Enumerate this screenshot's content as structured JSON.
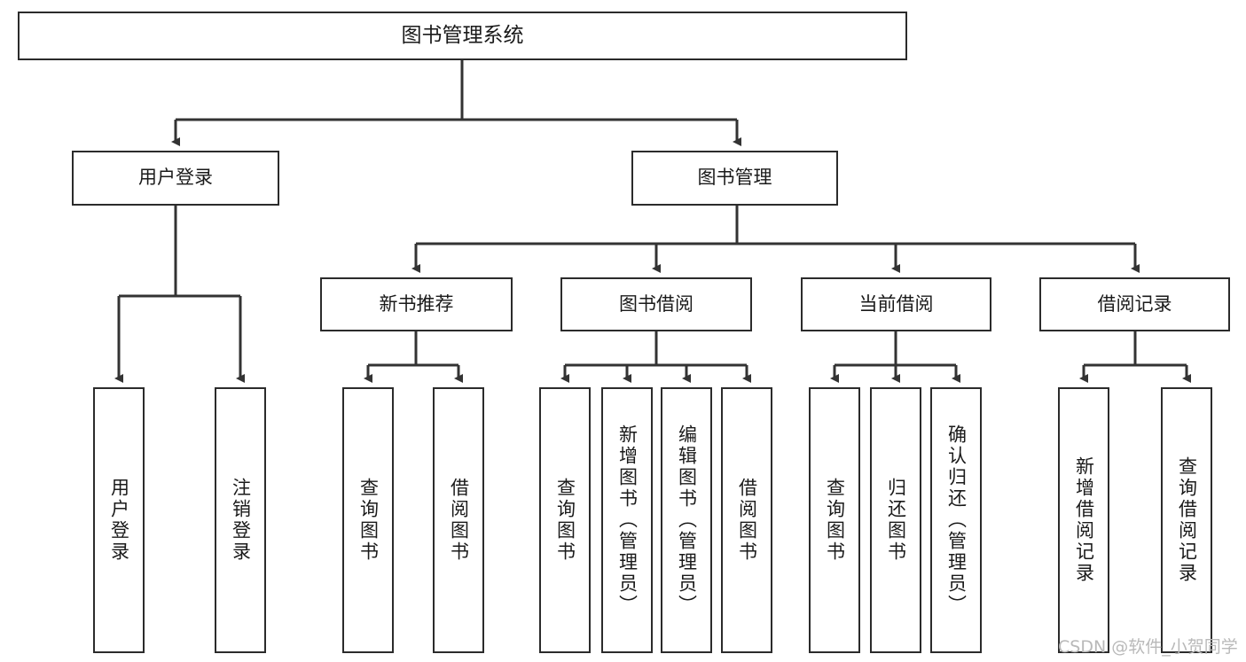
{
  "diagram": {
    "type": "tree-hierarchy",
    "title": "图书管理系统",
    "root": {
      "label": "图书管理系统"
    },
    "level2": [
      {
        "label": "用户登录"
      },
      {
        "label": "图书管理"
      }
    ],
    "level3": [
      {
        "label": "新书推荐"
      },
      {
        "label": "图书借阅"
      },
      {
        "label": "当前借阅"
      },
      {
        "label": "借阅记录"
      }
    ],
    "leaves": {
      "user_login": [
        {
          "label": "用户登录"
        },
        {
          "label": "注销登录"
        }
      ],
      "new_book_recommend": [
        {
          "label": "查询图书"
        },
        {
          "label": "借阅图书"
        }
      ],
      "book_borrow": [
        {
          "label": "查询图书"
        },
        {
          "label": "新增图书（管理员）"
        },
        {
          "label": "编辑图书（管理员）"
        },
        {
          "label": "借阅图书"
        }
      ],
      "current_borrow": [
        {
          "label": "查询图书"
        },
        {
          "label": "归还图书"
        },
        {
          "label": "确认归还（管理员）"
        }
      ],
      "borrow_record": [
        {
          "label": "新增借阅记录"
        },
        {
          "label": "查询借阅记录"
        }
      ]
    }
  },
  "watermark": {
    "text": "CSDN @软件_小贺同学"
  },
  "colors": {
    "box_border": "#2b2b2b",
    "box_fill": "#ffffff",
    "edge": "#333333",
    "text": "#1a1a1a",
    "watermark": "#b9b9b9"
  }
}
